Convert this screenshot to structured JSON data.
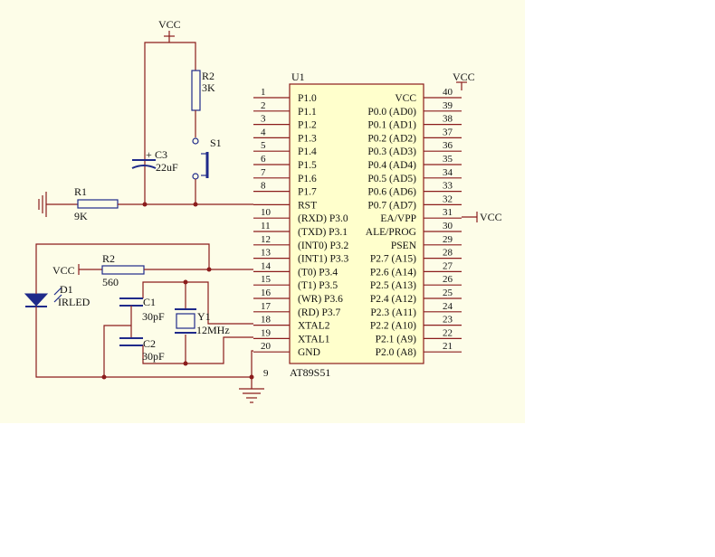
{
  "power": {
    "vcc": "VCC"
  },
  "chip": {
    "ref": "U1",
    "part": "AT89S51",
    "left_pins": [
      {
        "num": "1",
        "name": "P1.0"
      },
      {
        "num": "2",
        "name": "P1.1"
      },
      {
        "num": "3",
        "name": "P1.2"
      },
      {
        "num": "4",
        "name": "P1.3"
      },
      {
        "num": "5",
        "name": "P1.4"
      },
      {
        "num": "6",
        "name": "P1.5"
      },
      {
        "num": "7",
        "name": "P1.6"
      },
      {
        "num": "8",
        "name": "P1.7"
      },
      {
        "num": "10",
        "name": "RST"
      },
      {
        "num": "11",
        "name": "(RXD) P3.0"
      },
      {
        "num": "12",
        "name": "(TXD) P3.1"
      },
      {
        "num": "13",
        "name": "(INT0) P3.2"
      },
      {
        "num": "14",
        "name": "(INT1) P3.3"
      },
      {
        "num": "15",
        "name": "(T0) P3.4"
      },
      {
        "num": "16",
        "name": "(T1) P3.5"
      },
      {
        "num": "17",
        "name": "(WR) P3.6"
      },
      {
        "num": "18",
        "name": "(RD) P3.7"
      },
      {
        "num": "19",
        "name": "XTAL2"
      },
      {
        "num": "20",
        "name": "XTAL1"
      },
      {
        "num": "",
        "name": "GND"
      }
    ],
    "extra_left_nums": [
      "9"
    ],
    "right_pins": [
      {
        "num": "40",
        "name": "VCC"
      },
      {
        "num": "39",
        "name": "P0.0 (AD0)"
      },
      {
        "num": "38",
        "name": "P0.1 (AD1)"
      },
      {
        "num": "37",
        "name": "P0.2 (AD2)"
      },
      {
        "num": "36",
        "name": "P0.3 (AD3)"
      },
      {
        "num": "35",
        "name": "P0.4 (AD4)"
      },
      {
        "num": "34",
        "name": "P0.5 (AD5)"
      },
      {
        "num": "33",
        "name": "P0.6 (AD6)"
      },
      {
        "num": "32",
        "name": "P0.7 (AD7)"
      },
      {
        "num": "31",
        "name": "EA/VPP"
      },
      {
        "num": "30",
        "name": "ALE/PROG"
      },
      {
        "num": "29",
        "name": "PSEN"
      },
      {
        "num": "28",
        "name": "P2.7 (A15)"
      },
      {
        "num": "27",
        "name": "P2.6 (A14)"
      },
      {
        "num": "26",
        "name": "P2.5 (A13)"
      },
      {
        "num": "25",
        "name": "P2.4 (A12)"
      },
      {
        "num": "24",
        "name": "P2.3 (A11)"
      },
      {
        "num": "23",
        "name": "P2.2 (A10)"
      },
      {
        "num": "22",
        "name": "P2.1 (A9)"
      },
      {
        "num": "21",
        "name": "P2.0 (A8)"
      }
    ]
  },
  "components": {
    "r2_ref": "R2",
    "r2_val": "3K",
    "s1_ref": "S1",
    "c3_ref": "C3",
    "c3_plus": "+",
    "c3_val": "22uF",
    "r1_ref": "R1",
    "r1_val": "9K",
    "r2b_ref": "R2",
    "r2b_val": "560",
    "d1_ref": "D1",
    "d1_val": "IRLED",
    "c1_ref": "C1",
    "c1_val": "30pF",
    "c2_ref": "C2",
    "c2_val": "30pF",
    "y1_ref": "Y1",
    "y1_val": "12MHz"
  }
}
